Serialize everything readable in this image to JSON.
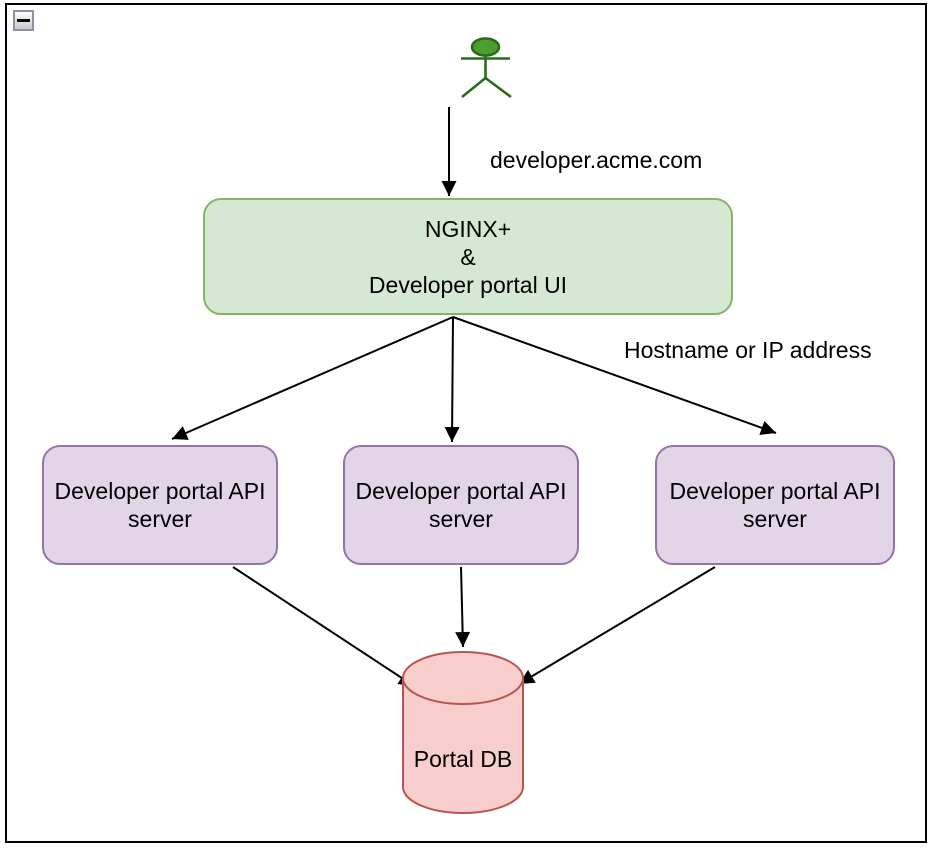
{
  "viewer": {
    "collapse_button": {
      "icon": "minus-icon"
    }
  },
  "colors": {
    "gateway_fill": "#d5e8d4",
    "gateway_stroke": "#82b366",
    "api_server_fill": "#e1d5e7",
    "api_server_stroke": "#9673a6",
    "database_fill": "#f8cecc",
    "database_stroke": "#b85450",
    "actor_head_fill": "#4c9e30",
    "actor_stroke": "#2d6b1c",
    "connector": "#000000"
  },
  "diagram": {
    "actor": {
      "icon": "stick-figure-user-icon"
    },
    "edge_labels": {
      "user_to_gateway": "developer.acme.com",
      "gateway_to_servers": "Hostname or IP address"
    },
    "gateway": {
      "lines": [
        "NGINX+",
        "&",
        "Developer portal UI"
      ]
    },
    "api_servers": [
      {
        "lines": [
          "Developer portal API",
          "server"
        ]
      },
      {
        "lines": [
          "Developer portal API",
          "server"
        ]
      },
      {
        "lines": [
          "Developer portal API",
          "server"
        ]
      }
    ],
    "database": {
      "label": "Portal DB"
    }
  }
}
